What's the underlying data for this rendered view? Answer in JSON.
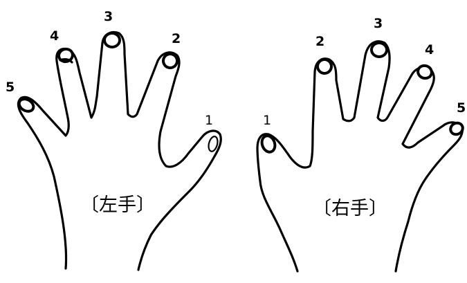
{
  "left_hand": {
    "label": "〔左手〕",
    "fingers": [
      {
        "number": "5"
      },
      {
        "number": "4"
      },
      {
        "number": "3"
      },
      {
        "number": "2"
      },
      {
        "number": "1"
      }
    ]
  },
  "right_hand": {
    "label": "〔右手〕",
    "fingers": [
      {
        "number": "1"
      },
      {
        "number": "2"
      },
      {
        "number": "3"
      },
      {
        "number": "4"
      },
      {
        "number": "5"
      }
    ]
  }
}
